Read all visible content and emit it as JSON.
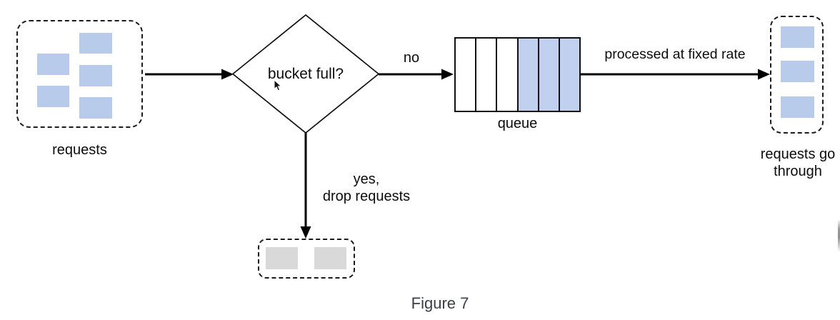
{
  "figure": {
    "caption": "Figure 7"
  },
  "nodes": {
    "incoming": {
      "label": "requests",
      "item_count": 5
    },
    "decision": {
      "label": "bucket full?"
    },
    "queue": {
      "label": "queue",
      "total_slots": 6,
      "filled_slots": 3
    },
    "output": {
      "label_line1": "requests go",
      "label_line2": "through",
      "item_count": 3
    },
    "dropped": {
      "item_count": 2
    }
  },
  "edges": {
    "no_label": "no",
    "processed_label": "processed at fixed rate",
    "yes_label_line1": "yes,",
    "yes_label_line2": "drop requests"
  },
  "colors": {
    "request_fill": "#b9cbea",
    "queue_filled_fill": "#c0d0ee",
    "dropped_fill": "#d9d9d9",
    "line": "#000000",
    "caption_text": "#3a3f44"
  }
}
